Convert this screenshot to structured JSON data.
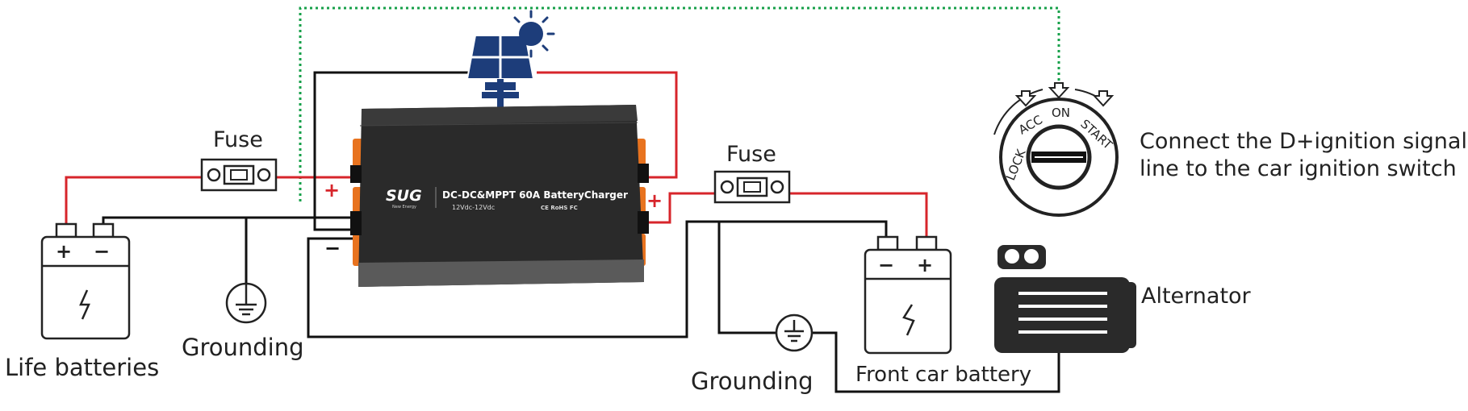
{
  "labels": {
    "fuse_left": "Fuse",
    "fuse_right": "Fuse",
    "life_batteries": "Life batteries",
    "grounding_left": "Grounding",
    "grounding_right": "Grounding",
    "front_battery": "Front car battery",
    "alternator": "Alternator",
    "ignition_line1": "Connect the D+ignition signal",
    "ignition_line2": "line to the car ignition switch"
  },
  "charger": {
    "brand": "SUG",
    "brand_sub": "New Energy",
    "model": "DC-DC&MPPT 60A BatteryCharger",
    "spec": "12Vdc-12Vdc",
    "marks": "CE RoHS FC"
  },
  "ignition_switch": {
    "positions": [
      "LOCK",
      "ACC",
      "ON",
      "START"
    ]
  },
  "terminals": {
    "plus": "+",
    "minus": "−"
  },
  "colors": {
    "positive_wire": "#d7252b",
    "negative_wire": "#111111",
    "signal_wire": "#17a04a",
    "charger_body": "#2a2a2a",
    "charger_accent": "#e8731f",
    "solar_panel": "#1d3d7a",
    "sun": "#1d3d7a"
  },
  "icons": [
    "solar-panel-icon",
    "sun-icon",
    "fuse-icon",
    "battery-icon",
    "ground-icon",
    "alternator-icon",
    "ignition-switch-icon",
    "lightning-icon"
  ]
}
